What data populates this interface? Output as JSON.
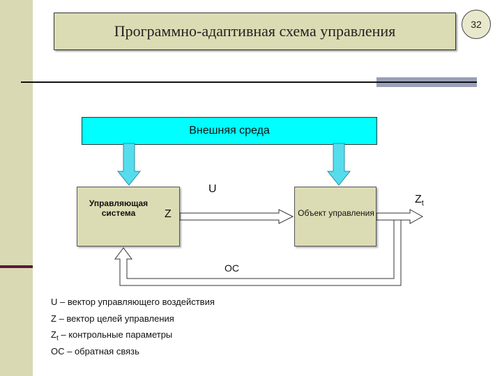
{
  "slide": {
    "title": "Программно-адаптивная схема управления",
    "page_number": "32"
  },
  "diagram": {
    "environment": "Внешняя среда",
    "control_system": "Управляющая система",
    "control_object": "Объект управления",
    "label_u": "U",
    "label_z": "Z",
    "label_zt_main": "Z",
    "label_zt_sub": "t",
    "label_feedback": "ОС"
  },
  "legend": [
    {
      "term": "U",
      "sub": "",
      "text": " – вектор управляющего воздействия"
    },
    {
      "term": "Z",
      "sub": "",
      "text": " – вектор целей управления"
    },
    {
      "term": "Z",
      "sub": "t",
      "text": " – контрольные параметры"
    },
    {
      "term": "ОС",
      "sub": "",
      "text": " – обратная связь"
    }
  ],
  "colors": {
    "environment_fill": "#00ffff",
    "block_fill": "#dcdcb4",
    "arrow_fill": "#55ddee"
  }
}
